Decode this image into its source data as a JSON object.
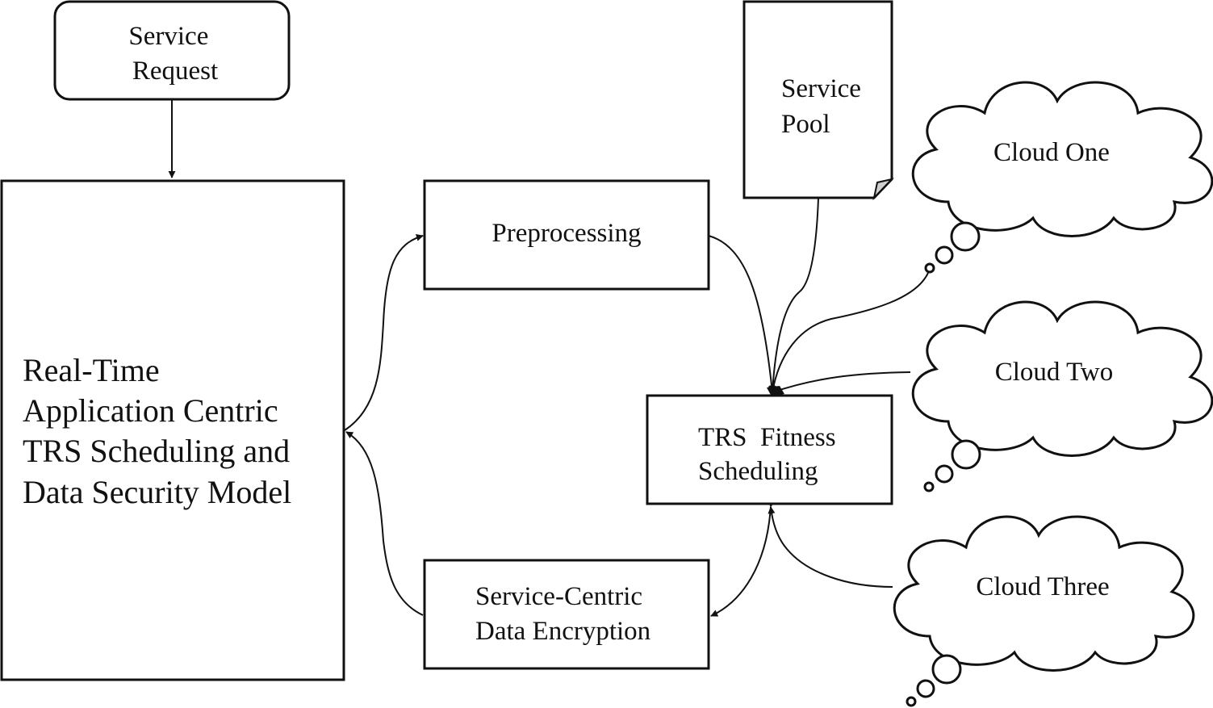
{
  "nodes": {
    "service_request": {
      "lines": [
        "Service",
        "Request"
      ]
    },
    "main_model": {
      "lines": [
        "Real-Time",
        "Application Centric",
        "TRS Scheduling and",
        "Data Security Model"
      ]
    },
    "preprocessing": {
      "lines": [
        "Preprocessing"
      ]
    },
    "encryption": {
      "lines": [
        "Service-Centric",
        "Data Encryption"
      ]
    },
    "fitness": {
      "lines": [
        "TRS  Fitness",
        "Scheduling"
      ]
    },
    "service_pool": {
      "lines": [
        "Service",
        "Pool"
      ]
    },
    "cloud_one": {
      "lines": [
        "Cloud One"
      ]
    },
    "cloud_two": {
      "lines": [
        "Cloud Two"
      ]
    },
    "cloud_three": {
      "lines": [
        "Cloud Three"
      ]
    }
  },
  "edges": [
    {
      "from": "service_request",
      "to": "main_model"
    },
    {
      "from": "main_model",
      "to": "preprocessing"
    },
    {
      "from": "encryption",
      "to": "main_model"
    },
    {
      "from": "preprocessing",
      "to": "fitness"
    },
    {
      "from": "service_pool",
      "to": "fitness"
    },
    {
      "from": "cloud_one",
      "to": "fitness"
    },
    {
      "from": "cloud_two",
      "to": "fitness"
    },
    {
      "from": "cloud_three",
      "to": "fitness"
    },
    {
      "from": "fitness",
      "to": "encryption"
    },
    {
      "from": "encryption",
      "to": "fitness"
    }
  ]
}
